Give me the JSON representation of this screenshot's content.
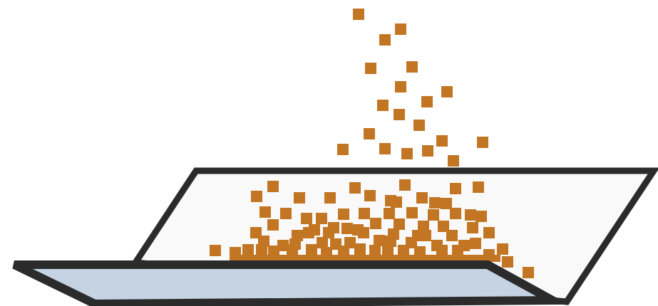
{
  "colors": {
    "background": "#ffffff",
    "outline": "#2b2b2b",
    "screen_fill": "#f9f9f9",
    "tray_fill": "#c5d3e3",
    "granule": "#c27623"
  },
  "parts": {
    "screen": {
      "icon": "sieve-screen"
    },
    "tray": {
      "icon": "collection-tray"
    },
    "granules": {
      "icon": "falling-granules"
    }
  }
}
